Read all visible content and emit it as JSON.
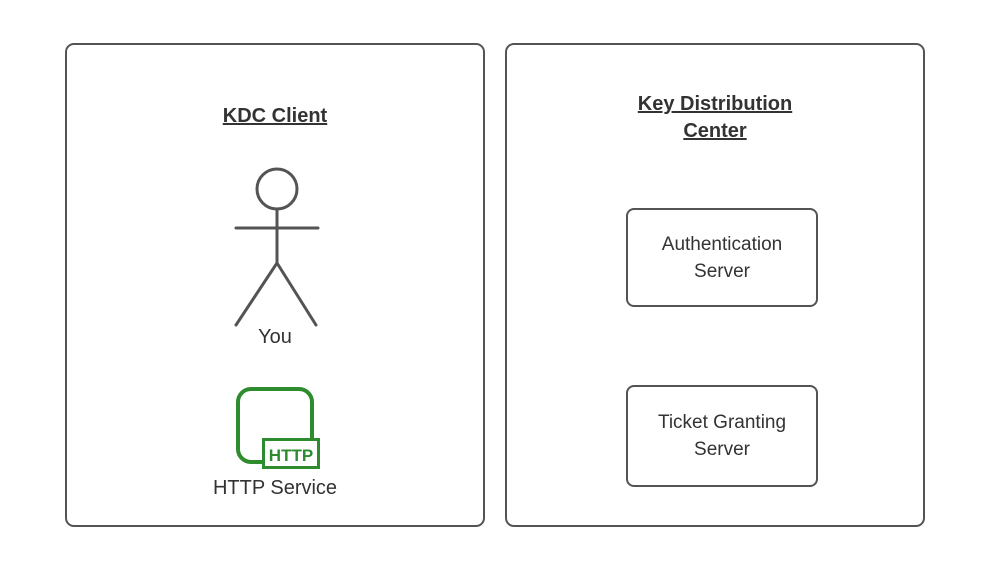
{
  "left_panel": {
    "title": "KDC Client",
    "actor_label": "You",
    "service_badge": "HTTP",
    "service_label": "HTTP Service"
  },
  "right_panel": {
    "title": "Key Distribution Center",
    "boxes": [
      {
        "label": "Authentication Server"
      },
      {
        "label": "Ticket Granting Server"
      }
    ]
  },
  "colors": {
    "background": "#ffffff",
    "panel_border": "#545454",
    "text": "#333333",
    "accent_green": "#2e8b2e"
  }
}
